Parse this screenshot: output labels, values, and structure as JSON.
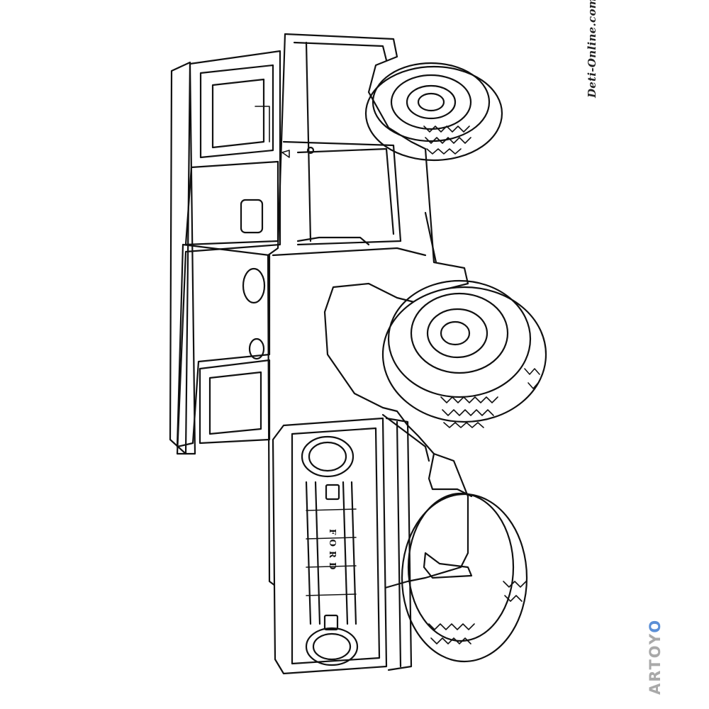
{
  "picture": {
    "subject": "ford-bronco-coloring-page",
    "grille_lettering": "FORD",
    "line_color": "#111111",
    "background_color": "#ffffff"
  },
  "watermarks": {
    "site": "Deti-Online.com",
    "brand": "ARTOYO",
    "brand_color": "#a9a9a9",
    "brand_accent_color": "#5b8fd6"
  }
}
